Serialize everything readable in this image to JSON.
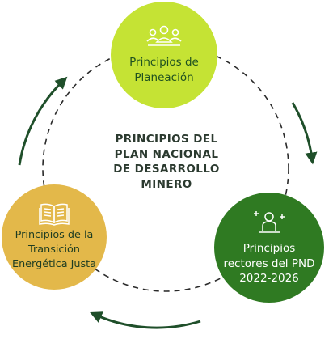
{
  "title_lines": [
    "PRINCIPIOS DEL",
    "PLAN NACIONAL",
    "DE DESARROLLO",
    "MINERO"
  ],
  "nodes": {
    "planeacion": {
      "lines": [
        "Principios de",
        "Planeación"
      ],
      "icon": "people-group-icon",
      "color": "#c5e334"
    },
    "transicion": {
      "lines": [
        "Principios de la",
        "Transición",
        "Energética Justa"
      ],
      "icon": "open-book-icon",
      "color": "#e3b84a"
    },
    "rectores": {
      "lines": [
        "Principios",
        "rectores del PND",
        "2022-2026"
      ],
      "icon": "person-sparkle-icon",
      "color": "#2f7a22"
    }
  },
  "arrow_color": "#1f4f2a"
}
